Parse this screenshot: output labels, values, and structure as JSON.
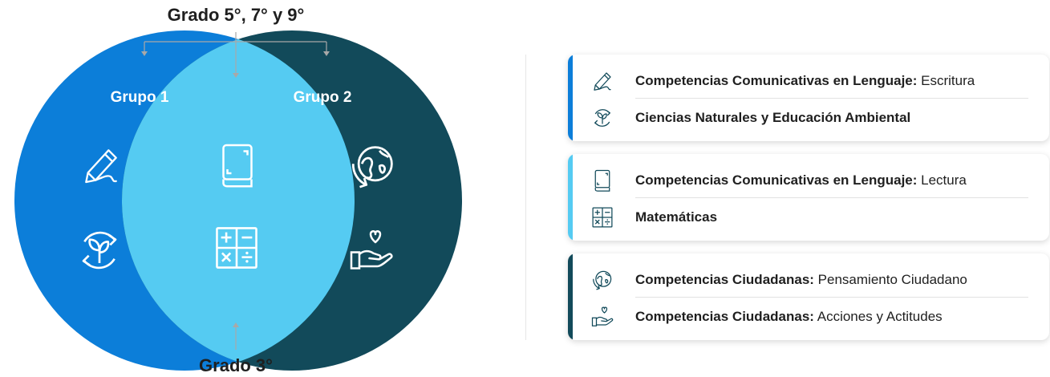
{
  "diagram": {
    "top_label": "Grado 5°, 7° y 9°",
    "bottom_label": "Grado 3°",
    "group1_label": "Grupo 1",
    "group2_label": "Grupo 2",
    "colors": {
      "group1": "#0c7ed9",
      "group2": "#124a5a",
      "intersection": "#55cbf2",
      "arrows": "#a8a8a8"
    }
  },
  "cards": [
    {
      "accent": "#0c7ed9",
      "rows": [
        {
          "icon": "pencil-icon",
          "bold": "Competencias Comunicativas en Lenguaje:",
          "text": " Escritura"
        },
        {
          "icon": "recycle-leaf-icon",
          "bold": "Ciencias Naturales y Educación Ambiental",
          "text": ""
        }
      ]
    },
    {
      "accent": "#55cbf2",
      "rows": [
        {
          "icon": "book-icon",
          "bold": "Competencias Comunicativas en Lenguaje:",
          "text": " Lectura"
        },
        {
          "icon": "calculator-icon",
          "bold": "Matemáticas",
          "text": ""
        }
      ]
    },
    {
      "accent": "#124a5a",
      "rows": [
        {
          "icon": "globe-icon",
          "bold": "Competencias Ciudadanas:",
          "text": " Pensamiento Ciudadano"
        },
        {
          "icon": "hand-heart-icon",
          "bold": "Competencias Ciudadanas:",
          "text": " Acciones y Actitudes"
        }
      ]
    }
  ]
}
